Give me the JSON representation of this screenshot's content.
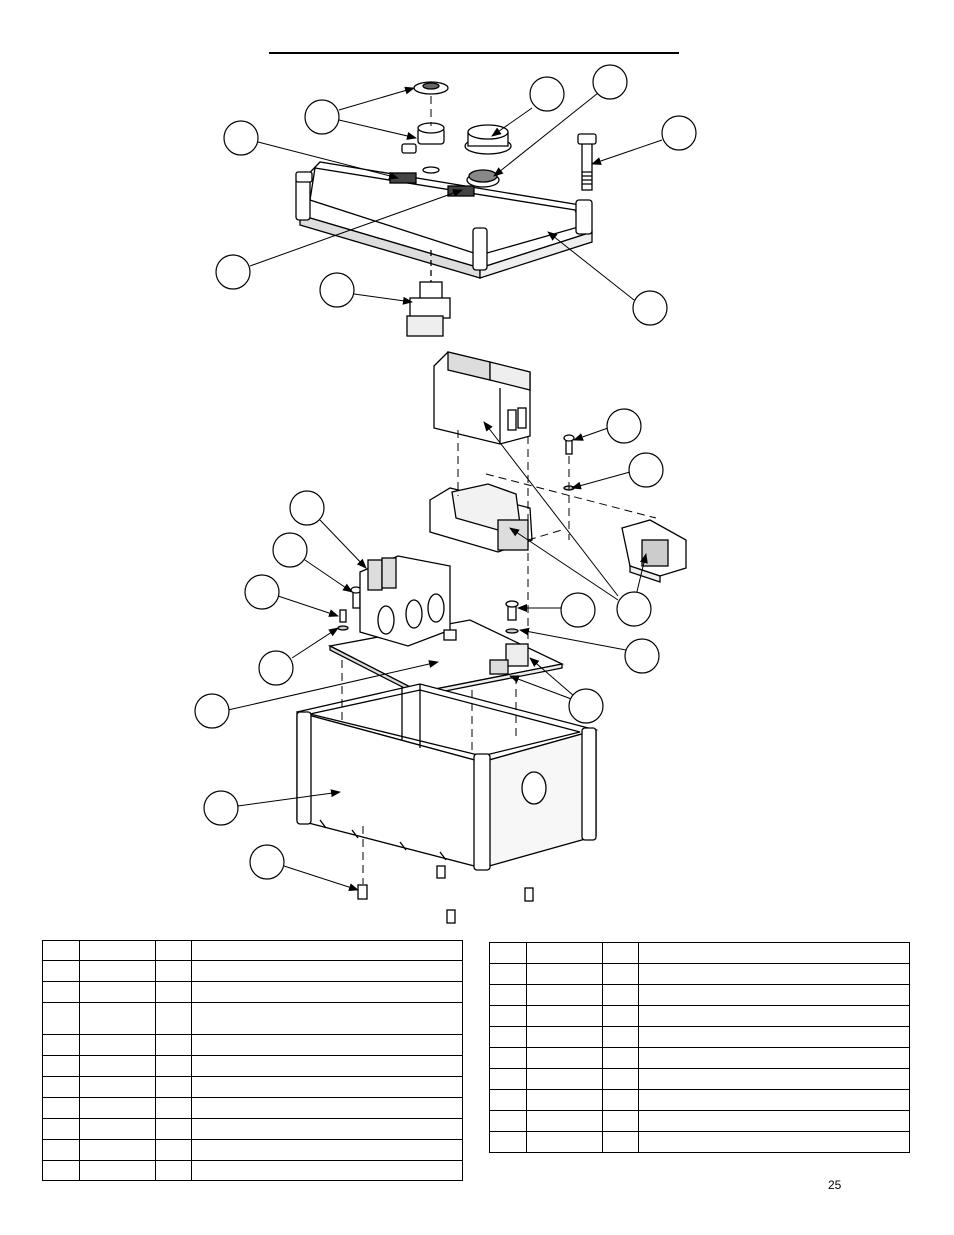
{
  "page": {
    "number": "25"
  },
  "tables": {
    "left": {
      "rows": [
        {
          "h": 19
        },
        {
          "h": 20
        },
        {
          "h": 20
        },
        {
          "h": 31
        },
        {
          "h": 20
        },
        {
          "h": 20
        },
        {
          "h": 20
        },
        {
          "h": 20
        },
        {
          "h": 20
        },
        {
          "h": 20
        },
        {
          "h": 19
        }
      ]
    },
    "right": {
      "rows": [
        {
          "h": 20
        },
        {
          "h": 20
        },
        {
          "h": 20
        },
        {
          "h": 20
        },
        {
          "h": 20
        },
        {
          "h": 20
        },
        {
          "h": 20
        },
        {
          "h": 20
        },
        {
          "h": 20
        },
        {
          "h": 20
        }
      ]
    }
  }
}
